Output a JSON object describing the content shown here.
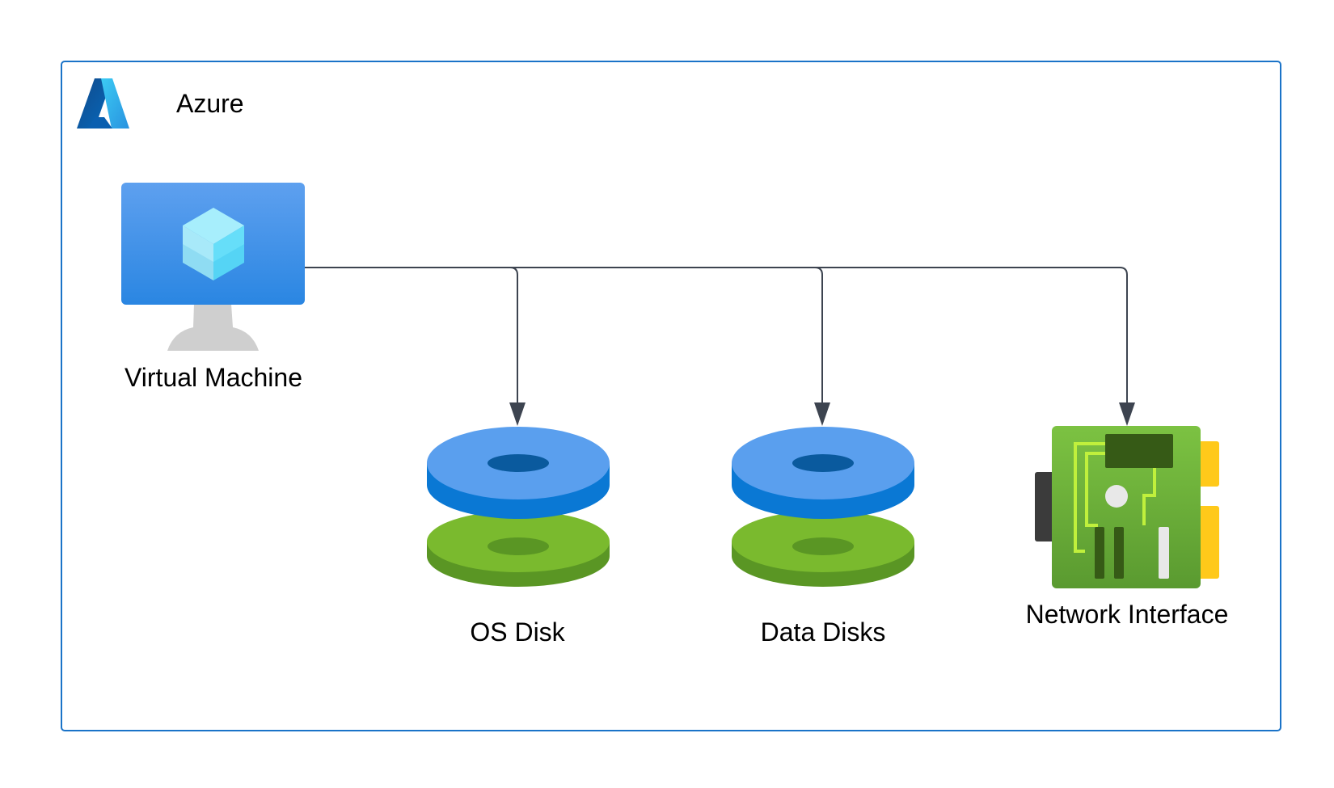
{
  "container": {
    "title": "Azure",
    "border_color": "#1a73c8",
    "logo": "azure-logo"
  },
  "nodes": {
    "vm": {
      "label": "Virtual Machine",
      "icon": "virtual-machine-icon"
    },
    "os_disk": {
      "label": "OS Disk",
      "icon": "managed-disk-icon"
    },
    "data_disks": {
      "label": "Data Disks",
      "icon": "managed-disk-icon"
    },
    "nic": {
      "label": "Network Interface",
      "icon": "network-interface-icon"
    }
  },
  "connectors": [
    {
      "from": "Virtual Machine",
      "to": "OS Disk"
    },
    {
      "from": "Virtual Machine",
      "to": "Data Disks"
    },
    {
      "from": "Virtual Machine",
      "to": "Network Interface"
    }
  ],
  "colors": {
    "disk_blue": "#5a9fee",
    "disk_blue_side": "#0a78d4",
    "disk_green": "#7aba2e",
    "disk_green_side": "#5a9624",
    "connector": "#3d4450",
    "nic_board": "#6aa83c",
    "nic_connector": "#ffc91a"
  }
}
